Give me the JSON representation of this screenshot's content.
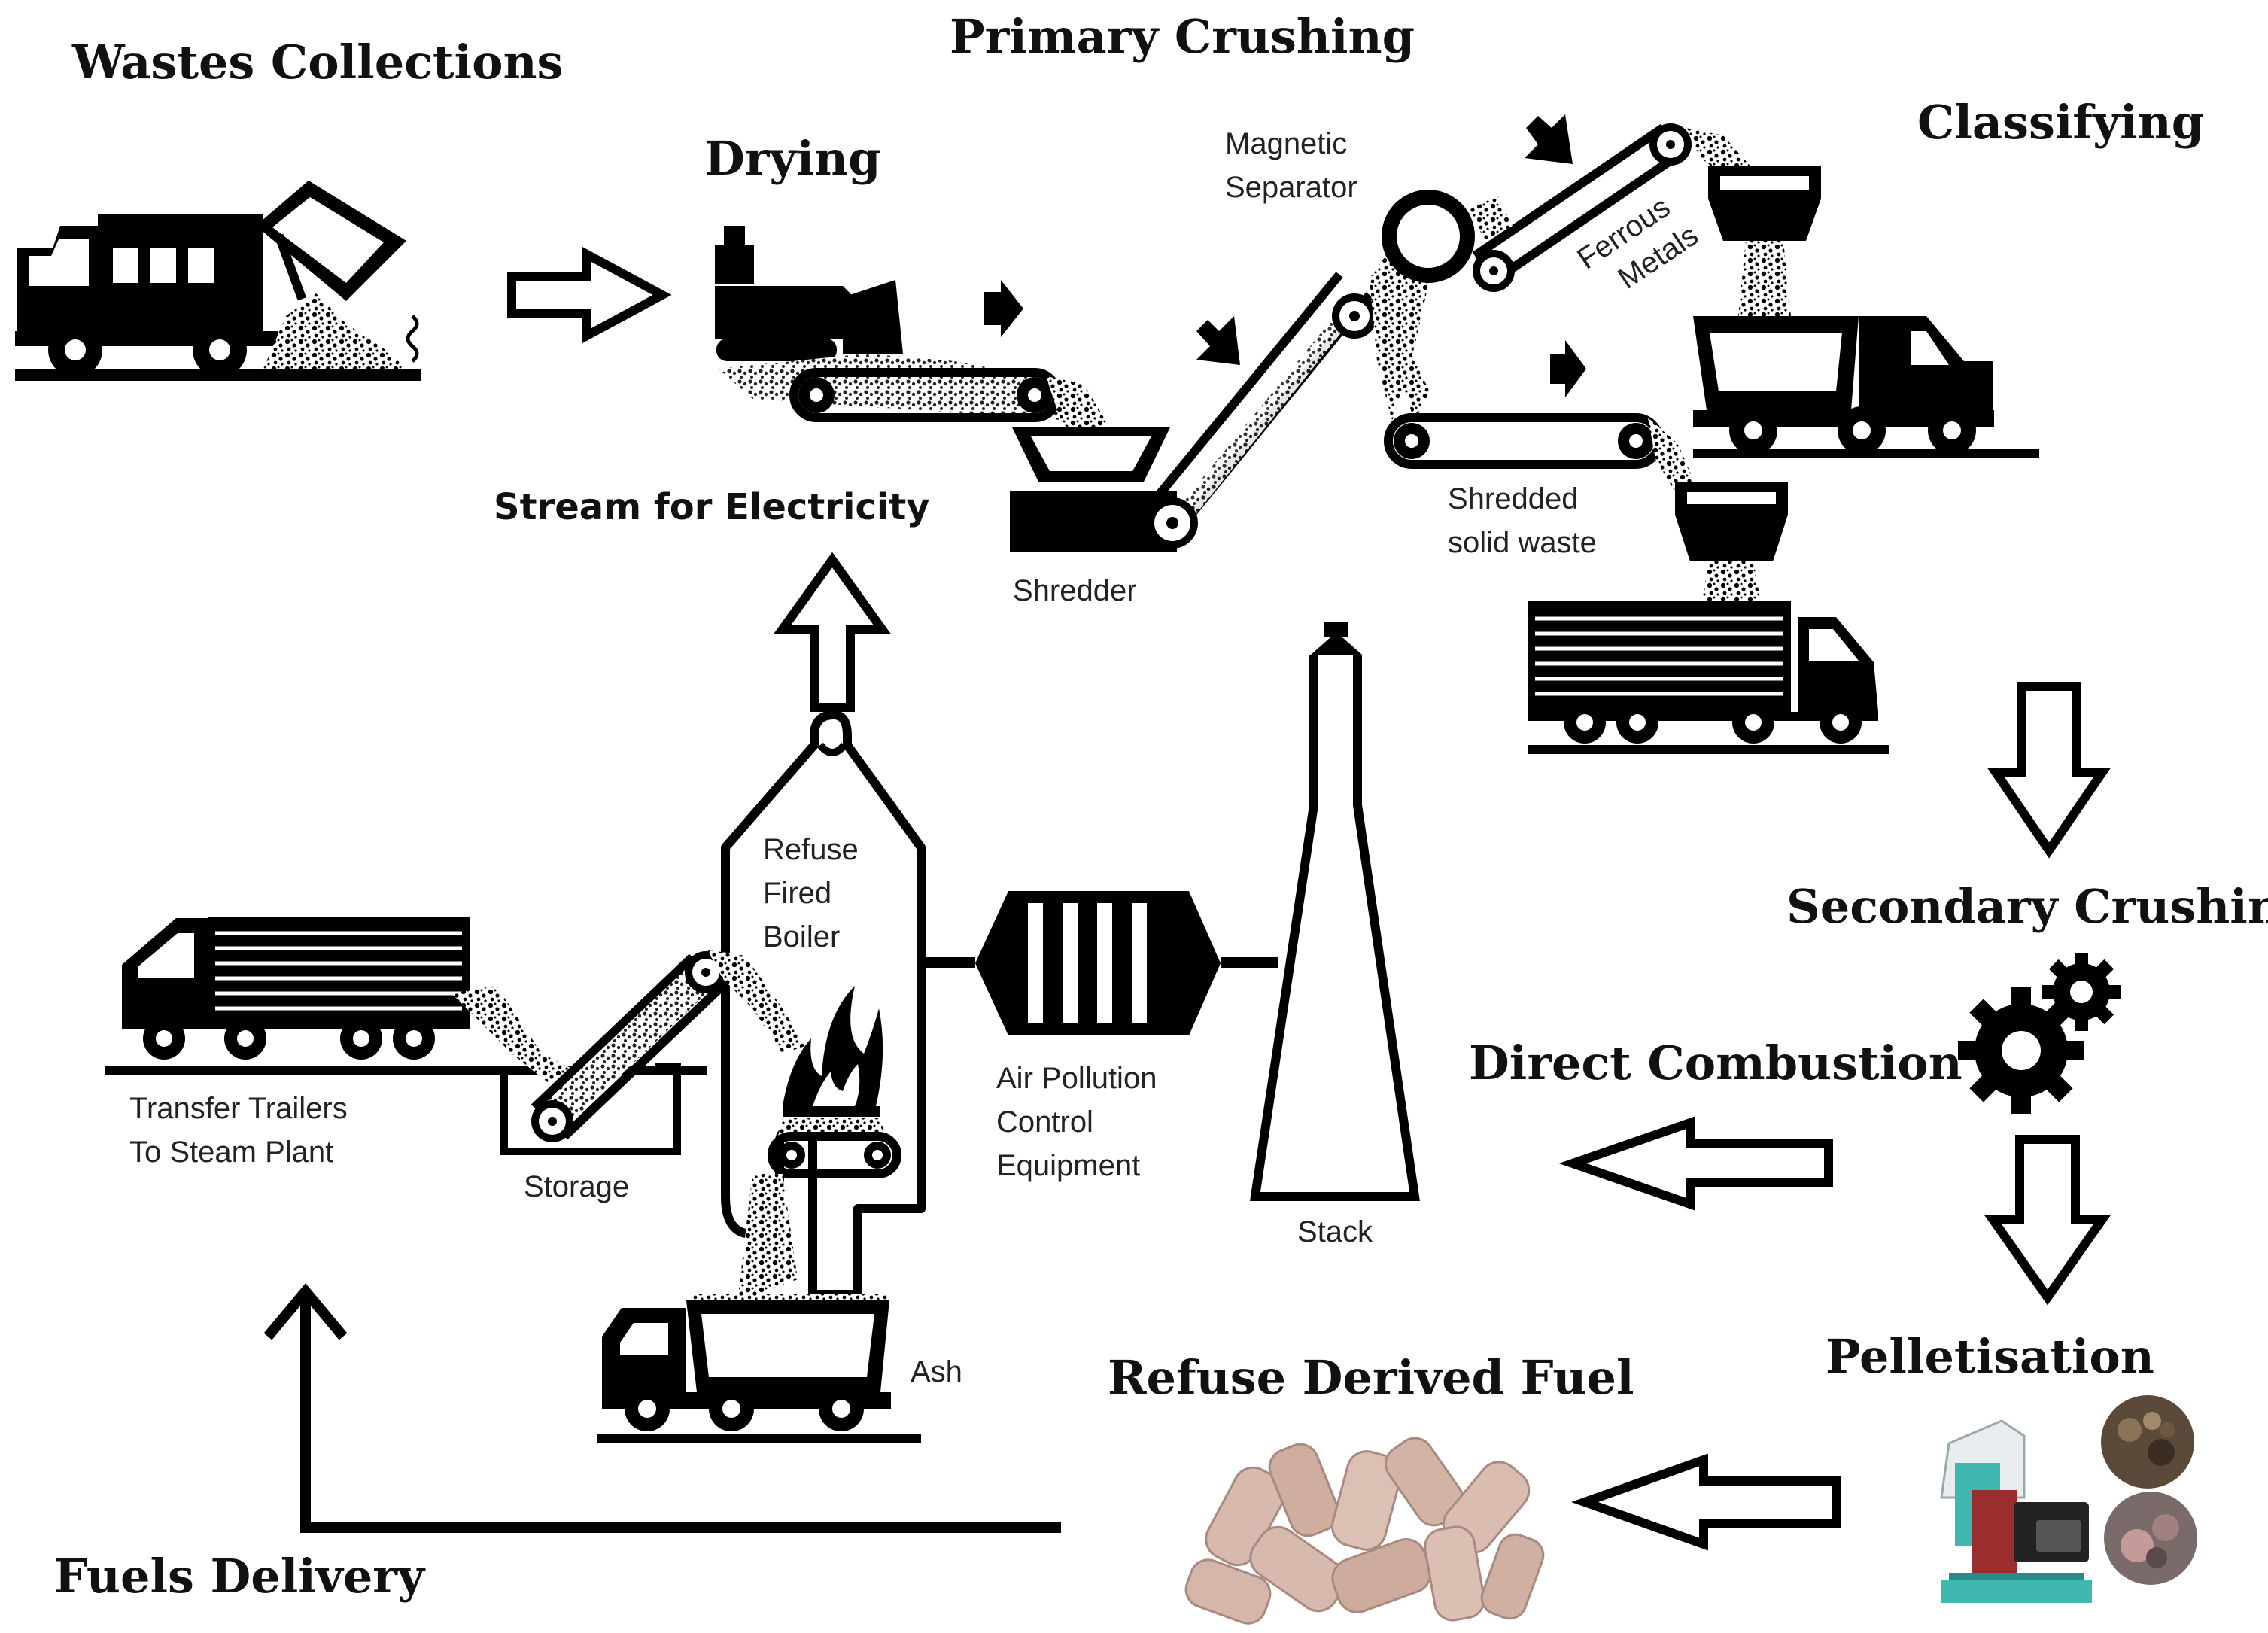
{
  "stages": {
    "wastes_collections": "Wastes Collections",
    "primary_crushing": "Primary Crushing",
    "drying": "Drying",
    "classifying": "Classifying",
    "stream_for_electricity": "Stream for Electricity",
    "secondary_crushing": "Secondary Crushing",
    "direct_combustion": "Direct Combustion",
    "pelletisation": "Pelletisation",
    "refuse_derived_fuel": "Refuse Derived Fuel",
    "fuels_delivery": "Fuels Delivery"
  },
  "labels": {
    "magnetic_separator": [
      "Magnetic",
      "Separator"
    ],
    "ferrous_metals": [
      "Ferrous",
      "Metals"
    ],
    "shredder": "Shredder",
    "shredded_solid_waste": [
      "Shredded",
      "solid waste"
    ],
    "refuse_fired_boiler": [
      "Refuse",
      "Fired",
      "Boiler"
    ],
    "air_pollution_control": [
      "Air Pollution",
      "Control",
      "Equipment"
    ],
    "stack": "Stack",
    "storage": "Storage",
    "transfer_trailers": [
      "Transfer Trailers",
      "To Steam Plant"
    ],
    "ash": "Ash"
  },
  "colors": {
    "ink": "#000000",
    "background": "#ffffff",
    "pellet": "#d7b9ae",
    "machine_teal": "#3fb8b0",
    "machine_red": "#9a2d2d"
  }
}
